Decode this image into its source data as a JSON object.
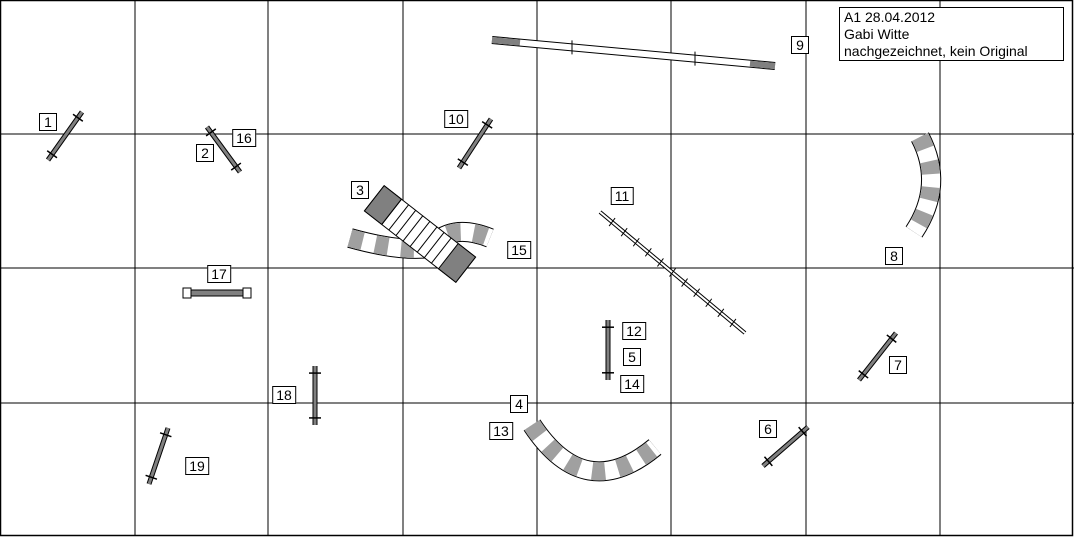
{
  "info": {
    "course": "A1 28.04.2012",
    "author": "Gabi Witte",
    "note": "nachgezeichnet, kein Original"
  },
  "labels": [
    "1",
    "2",
    "16",
    "10",
    "3",
    "15",
    "11",
    "17",
    "12",
    "5",
    "14",
    "18",
    "4",
    "13",
    "6",
    "7",
    "8",
    "9",
    "19"
  ],
  "colors": {
    "grid": "#000000",
    "obstacle": "#808080",
    "tunnel_dark": "#707070",
    "tunnel_light": "#a0a0a0"
  }
}
